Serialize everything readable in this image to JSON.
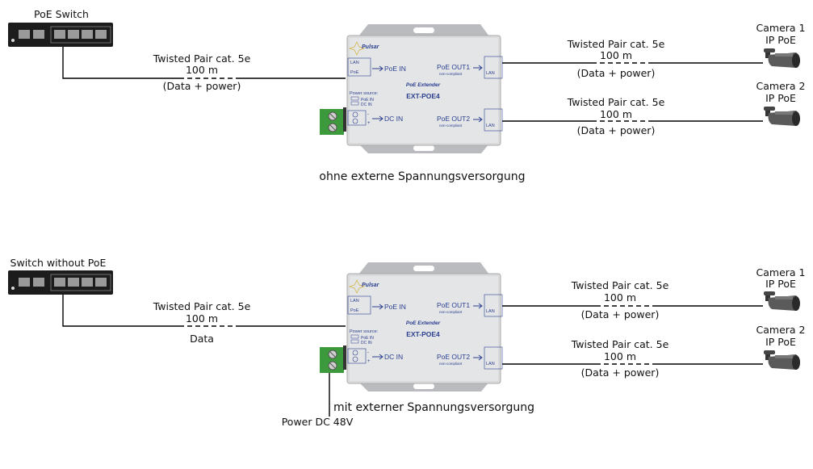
{
  "colors": {
    "device_body": "#d9dadc",
    "device_text": "#2b3f8f",
    "terminal": "#3c9a3c",
    "switch": "#1c1c1c",
    "line": "#000000"
  },
  "device": {
    "brand": "Pulsar",
    "lan": "LAN",
    "poe": "PoE",
    "poe_in": "PoE IN",
    "poe_out1": "PoE OUT1",
    "poe_out2": "PoE OUT2",
    "non_compliant": "non-compliant",
    "title": "PoE Extender",
    "model": "EXT-POE4",
    "power_source": "Power source:",
    "ps_poe_in": "PoE IN",
    "ps_dc_in": "DC IN",
    "dc_in": "DC IN",
    "minus": "-",
    "plus": "+",
    "lan_out": "LAN"
  },
  "panel1": {
    "switch_label": "PoE Switch",
    "in_cable": {
      "type": "Twisted Pair cat. 5e",
      "length": "100 m",
      "carries": "(Data + power)"
    },
    "out1_cable": {
      "type": "Twisted Pair cat. 5e",
      "length": "100 m",
      "carries": "(Data + power)"
    },
    "out2_cable": {
      "type": "Twisted Pair cat. 5e",
      "length": "100 m",
      "carries": "(Data + power)"
    },
    "camera1": {
      "name": "Camera 1",
      "type": "IP PoE"
    },
    "camera2": {
      "name": "Camera 2",
      "type": "IP PoE"
    },
    "caption": "ohne externe Spannungsversorgung"
  },
  "panel2": {
    "switch_label": "Switch without PoE",
    "in_cable": {
      "type": "Twisted Pair cat. 5e",
      "length": "100 m",
      "carries": "Data"
    },
    "out1_cable": {
      "type": "Twisted Pair cat. 5e",
      "length": "100 m",
      "carries": "(Data + power)"
    },
    "out2_cable": {
      "type": "Twisted Pair cat. 5e",
      "length": "100 m",
      "carries": "(Data + power)"
    },
    "camera1": {
      "name": "Camera 1",
      "type": "IP PoE"
    },
    "camera2": {
      "name": "Camera 2",
      "type": "IP PoE"
    },
    "caption": "mit externer Spannungsversorgung",
    "power_label": "Power DC 48V"
  }
}
